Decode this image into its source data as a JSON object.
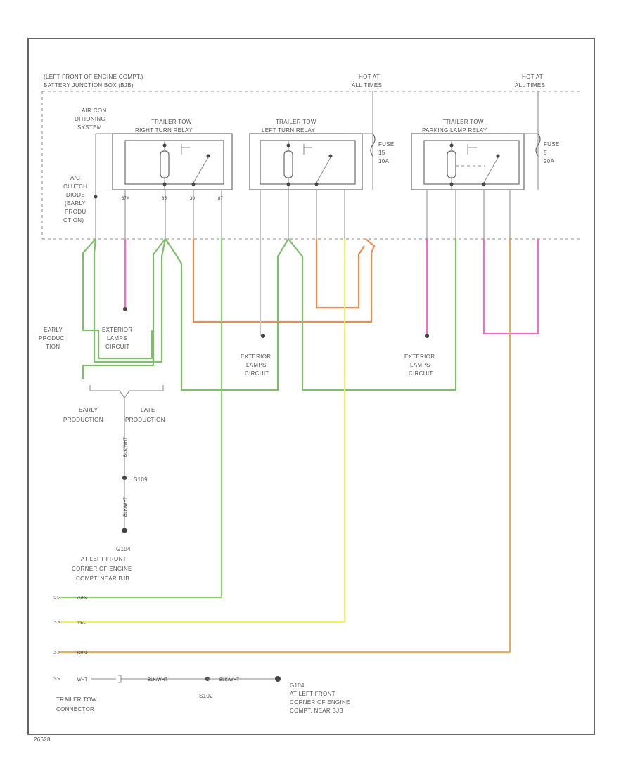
{
  "header": {
    "location_line1": "(LEFT FRONT OF ENGINE COMPT.)",
    "location_line2": "BATTERY JUNCTION BOX (BJB)",
    "hot_at_1": "HOT AT\nALL TIMES",
    "hot_at_2": "HOT AT\nALL TIMES"
  },
  "relays": [
    {
      "name": "TRAILER TOW\nRIGHT TURN RELAY"
    },
    {
      "name": "TRAILER TOW\nLEFT TURN RELAY"
    },
    {
      "name": "TRAILER TOW\nPARKING LAMP RELAY"
    }
  ],
  "fuses": [
    {
      "label": "FUSE\n15\n10A"
    },
    {
      "label": "FUSE\n5\n20A"
    }
  ],
  "labels": {
    "air_con": "AIR CON\nDITIONING\nSYSTEM",
    "ac_clutch": "A/C\nCLUTCH\nDIODE\n(EARLY\nPRODU\nCTION)",
    "early_production_left": "EARLY\nPRODUC\nTION",
    "exterior_lamps_1": "EXTERIOR\nLAMPS\nCIRCUIT",
    "exterior_lamps_2": "EXTERIOR\nLAMPS\nCIRCUIT",
    "exterior_lamps_3": "EXTERIOR\nLAMPS\nCIRCUIT",
    "early_production": "EARLY\nPRODUCTION",
    "late_production": "LATE\nPRODUCTION",
    "splice_top": "S109",
    "ground_1": "G104\nAT LEFT FRONT\nCORNER OF ENGINE\nCOMPT. NEAR BJB",
    "splice_bottom": "S102",
    "ground_2": "G104\nAT LEFT FRONT\nCORNER OF ENGINE\nCOMPT. NEAR BJB",
    "connector": "TRAILER TOW\nCONNECTOR",
    "diagram_id": "26628"
  },
  "connector_pins": [
    {
      "color_name": "GRN",
      "hex": "#8fd16a"
    },
    {
      "color_name": "YEL",
      "hex": "#f0f060"
    },
    {
      "color_name": "BRN",
      "hex": "#e0b060"
    },
    {
      "color_name": "WHT",
      "hex": "#cccccc"
    }
  ],
  "wire_codes": {
    "ground_wire_1": "BLK/WHT",
    "ground_wire_2": "BLK/WHT",
    "bottom_wire_1": "BLK/WHT",
    "bottom_wire_2": "BLK/WHT"
  },
  "colors": {
    "green": "#7fbf6a",
    "bright_green": "#8fd16a",
    "pink": "#ff66cc",
    "orange": "#f08a4b",
    "yellow": "#f0f060",
    "tan": "#e0b060"
  }
}
